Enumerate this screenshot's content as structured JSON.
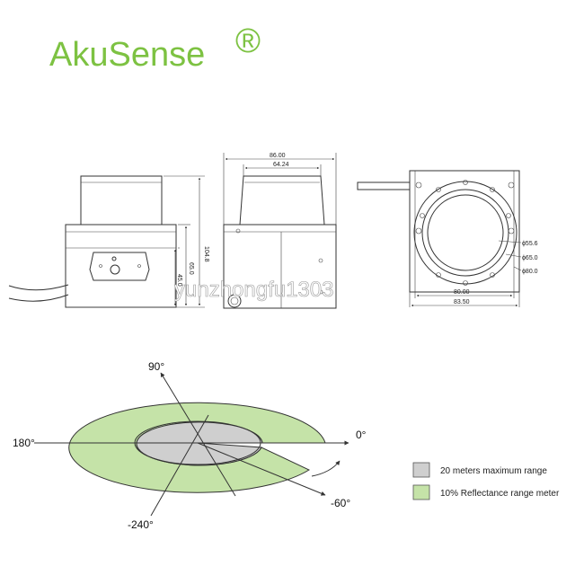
{
  "brand": {
    "name": "AkuSense",
    "mark": "®",
    "color": "#7dc242"
  },
  "watermark": "yunzhongfu1303",
  "front_view": {
    "height_total": "104.8",
    "height_body": "65.0",
    "height_lower": "45.0"
  },
  "side_view": {
    "width_total": "86.00",
    "width_top": "64.24"
  },
  "back_view": {
    "width_inner": "80.00",
    "width_outer": "83.50",
    "diameters": [
      "ϕ55.6",
      "ϕ65.0",
      "ϕ80.0"
    ]
  },
  "range_diagram": {
    "angles": {
      "deg0": "0°",
      "deg90": "90°",
      "deg180": "180°",
      "deg_neg240": "-240°",
      "deg_neg60": "-60°"
    },
    "colors": {
      "max_range": "#cfcfcf",
      "reflectance_range": "#c5e3a8"
    }
  },
  "legend": {
    "items": [
      {
        "label": "20 meters maximum range",
        "color": "#cfcfcf"
      },
      {
        "label": "10% Reflectance range meter",
        "color": "#c5e3a8"
      }
    ]
  }
}
